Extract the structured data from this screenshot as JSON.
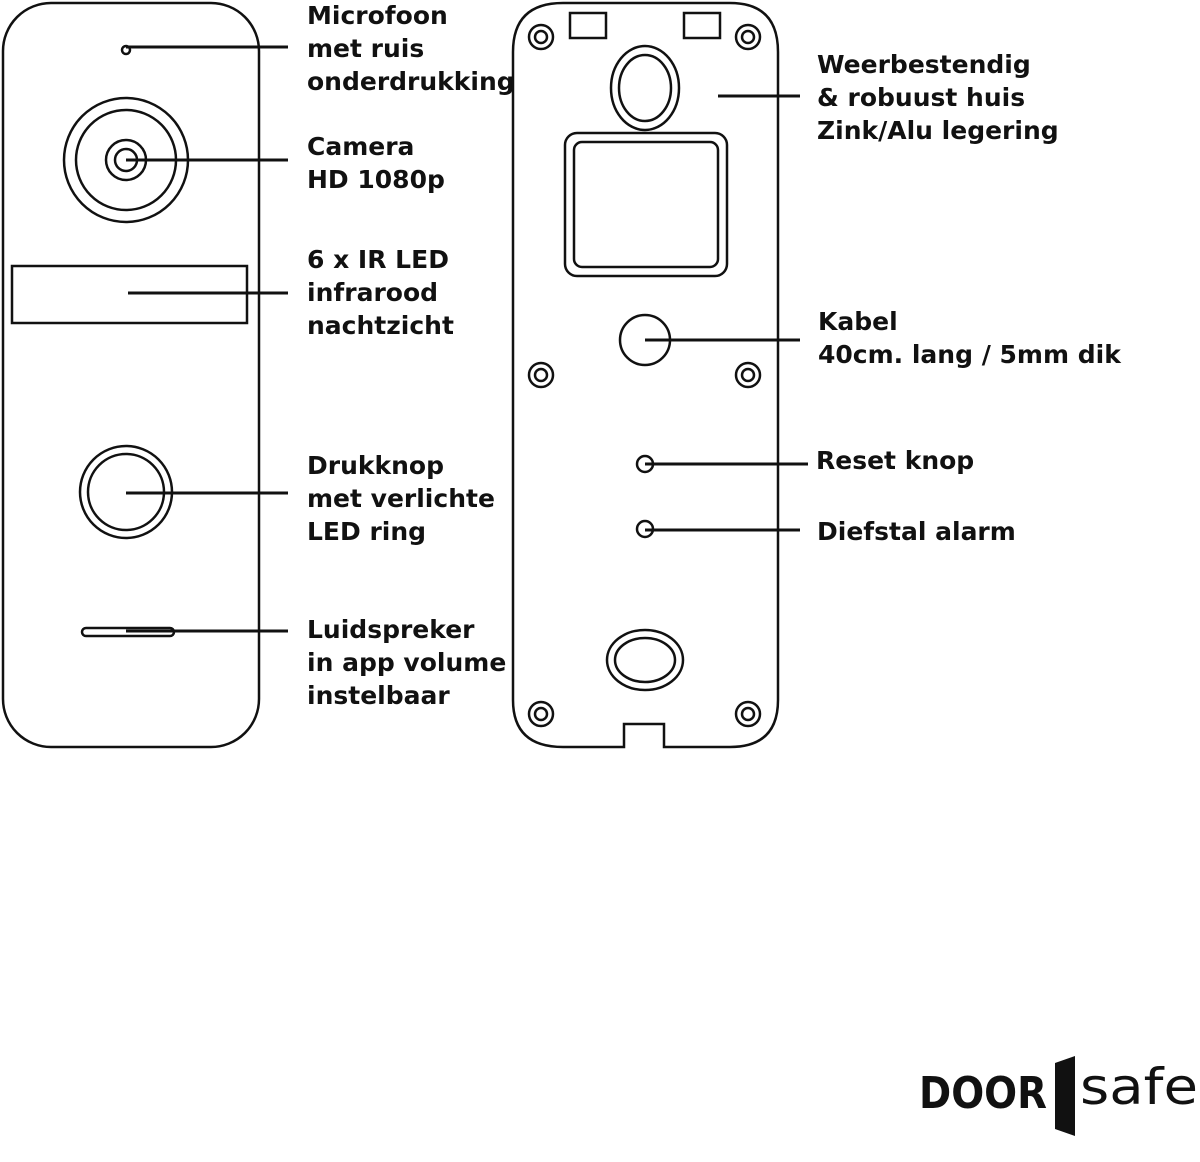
{
  "front_labels": {
    "microphone": [
      "Microfoon",
      "met ruis",
      "onderdrukking"
    ],
    "camera": [
      "Camera",
      "HD 1080p"
    ],
    "ir_led": [
      "6 x IR LED",
      "infrarood",
      "nachtzicht"
    ],
    "button": [
      "Drukknop",
      "met verlichte",
      "LED ring"
    ],
    "speaker": [
      "Luidspreker",
      "in app volume",
      "instelbaar"
    ]
  },
  "back_labels": {
    "housing": [
      "Weerbestendig",
      "& robuust huis",
      "Zink/Alu legering"
    ],
    "cable": [
      "Kabel",
      "40cm. lang / 5mm dik"
    ],
    "reset": [
      "Reset knop"
    ],
    "alarm": [
      "Diefstal alarm"
    ]
  },
  "logo": {
    "left": "DOOR",
    "right": "safe"
  }
}
